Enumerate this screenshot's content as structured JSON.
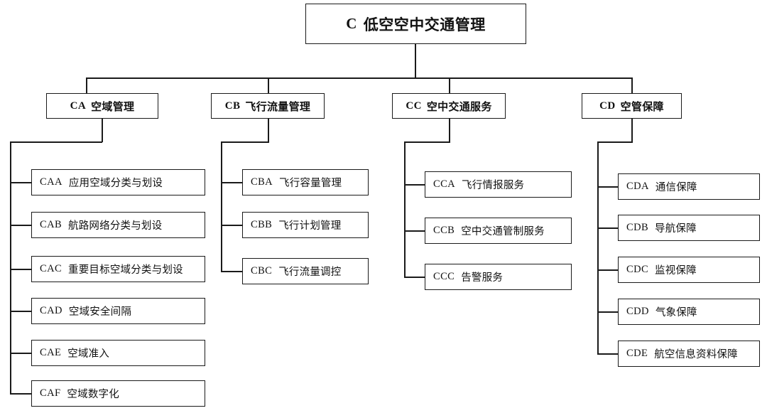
{
  "diagram": {
    "title": "C 低空空中交通管理",
    "type": "hierarchy-tree",
    "orientation": "top-down-then-left-spine",
    "line_color": "#1a1a1a",
    "background_color": "#ffffff",
    "root": {
      "code": "C",
      "label": "低空空中交通管理"
    },
    "branches": [
      {
        "code": "CA",
        "label": "空域管理",
        "children": [
          {
            "code": "CAA",
            "label": "应用空域分类与划设"
          },
          {
            "code": "CAB",
            "label": "航路网络分类与划设"
          },
          {
            "code": "CAC",
            "label": "重要目标空域分类与划设"
          },
          {
            "code": "CAD",
            "label": "空域安全间隔"
          },
          {
            "code": "CAE",
            "label": "空域准入"
          },
          {
            "code": "CAF",
            "label": "空域数字化"
          }
        ]
      },
      {
        "code": "CB",
        "label": "飞行流量管理",
        "children": [
          {
            "code": "CBA",
            "label": "飞行容量管理"
          },
          {
            "code": "CBB",
            "label": "飞行计划管理"
          },
          {
            "code": "CBC",
            "label": "飞行流量调控"
          }
        ]
      },
      {
        "code": "CC",
        "label": "空中交通服务",
        "children": [
          {
            "code": "CCA",
            "label": "飞行情报服务"
          },
          {
            "code": "CCB",
            "label": "空中交通管制服务"
          },
          {
            "code": "CCC",
            "label": "告警服务"
          }
        ]
      },
      {
        "code": "CD",
        "label": "空管保障",
        "children": [
          {
            "code": "CDA",
            "label": "通信保障"
          },
          {
            "code": "CDB",
            "label": "导航保障"
          },
          {
            "code": "CDC",
            "label": "监视保障"
          },
          {
            "code": "CDD",
            "label": "气象保障"
          },
          {
            "code": "CDE",
            "label": "航空信息资料保障"
          }
        ]
      }
    ]
  }
}
